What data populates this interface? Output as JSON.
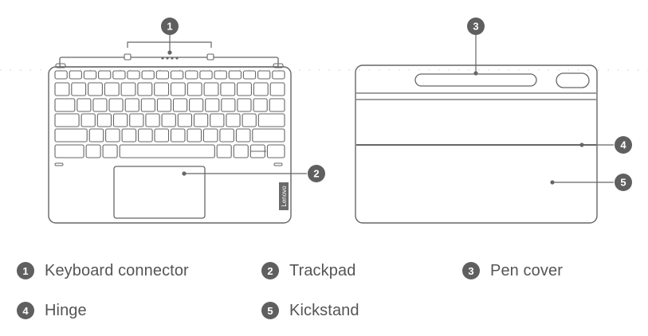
{
  "callouts": [
    {
      "number": "1",
      "label": "Keyboard connector"
    },
    {
      "number": "2",
      "label": "Trackpad"
    },
    {
      "number": "3",
      "label": "Pen cover"
    },
    {
      "number": "4",
      "label": "Hinge"
    },
    {
      "number": "5",
      "label": "Kickstand"
    }
  ],
  "keyboard": {
    "brand_logo": "Lenovo"
  },
  "colors": {
    "outline": "#666666",
    "badge": "#5f5f5f",
    "legend_text": "#555555"
  }
}
